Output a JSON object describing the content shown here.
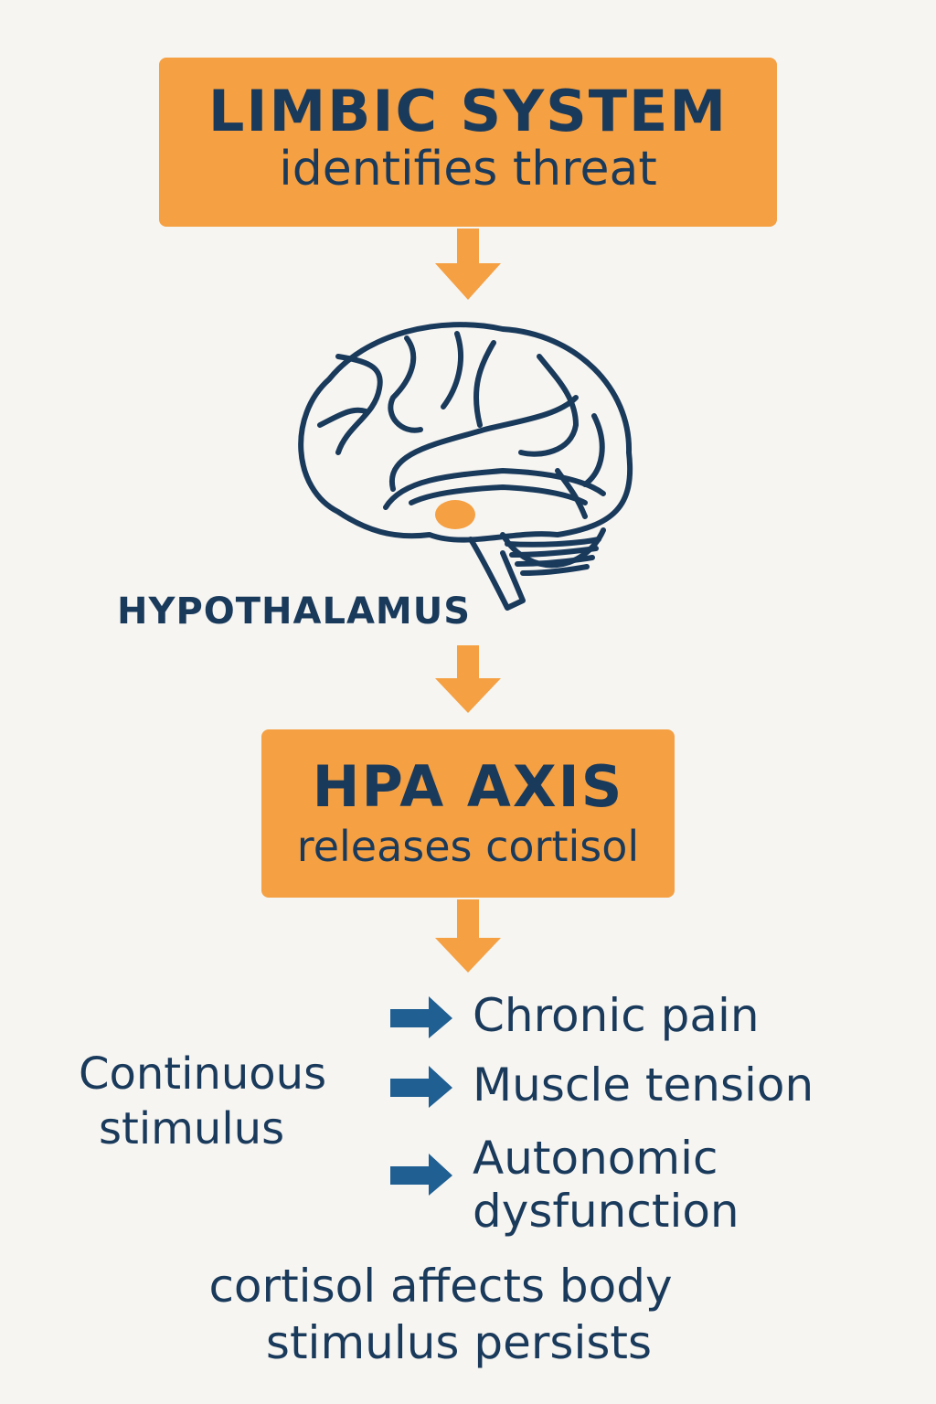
{
  "colors": {
    "background": "#f7f5f1",
    "orange": "#f4a043",
    "navy": "#1a3a5c",
    "blue_arrow": "#1f5f92"
  },
  "top_box": {
    "title": "LIMBIC SYSTEM",
    "subtitle": "identifies threat"
  },
  "brain": {
    "icon": "brain-icon",
    "label": "HYPOTHALAMUS"
  },
  "hpa_box": {
    "title": "HPA AXIS",
    "subtitle": "releases cortisol"
  },
  "cause": {
    "line1": "Continuous",
    "line2": "stimulus"
  },
  "effects": [
    {
      "label": "Chronic pain"
    },
    {
      "label": "Muscle tension"
    },
    {
      "label": "Autonomic",
      "label2": "dysfunction"
    }
  ],
  "footer": {
    "line1": "cortisol affects body",
    "line2": "stimulus persists"
  }
}
